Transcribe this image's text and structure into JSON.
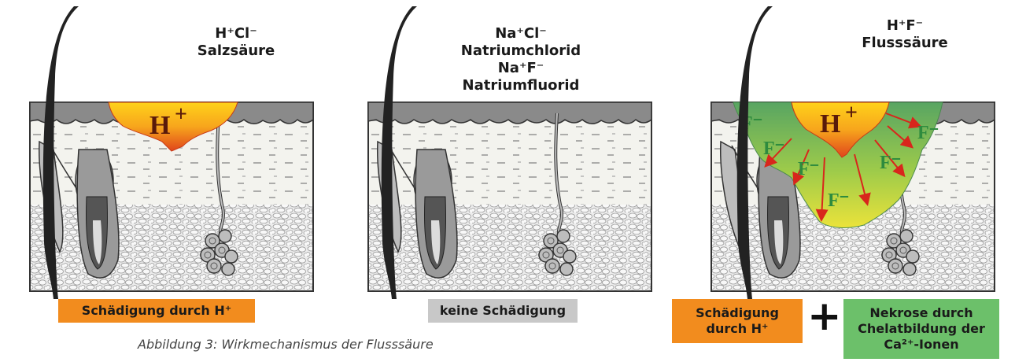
{
  "panel1": {
    "title_formula": "H⁺Cl⁻",
    "title_name": "Salzsäure",
    "ion_label": "H",
    "ion_charge": "+",
    "result_label": "Schädigung durch H⁺"
  },
  "panel2": {
    "title_formula1": "Na⁺Cl⁻",
    "title_name1": "Natriumchlorid",
    "title_formula2": "Na⁺F⁻",
    "title_name2": "Natriumfluorid",
    "result_label": "keine Schädigung"
  },
  "panel3": {
    "title_formula": "H⁺F⁻",
    "title_name": "Flusssäure",
    "ion_label": "H",
    "ion_charge": "+",
    "fluoride_label": "F⁻",
    "result_label_line1": "Schädigung",
    "result_label_line2": "durch H⁺",
    "plus_sign": "+",
    "necrosis_line1": "Nekrose durch",
    "necrosis_line2": "Chelatbildung der",
    "necrosis_line3": "Ca²⁺-Ionen"
  },
  "caption": "Abbildung 3: Wirkmechanismus der Flusssäure",
  "colors": {
    "orange_box": "#f28c1e",
    "grey_box": "#c8c8c8",
    "green_box": "#6cc06a",
    "epidermis": "#8a8a8a",
    "dermis": "#f1f1ec",
    "hypodermis": "#e3e3e3",
    "acid_orange": "#f7a51c",
    "acid_red": "#e0451c",
    "fluoride_green": "#5aa860",
    "fluoride_yellow": "#e8e23a"
  }
}
